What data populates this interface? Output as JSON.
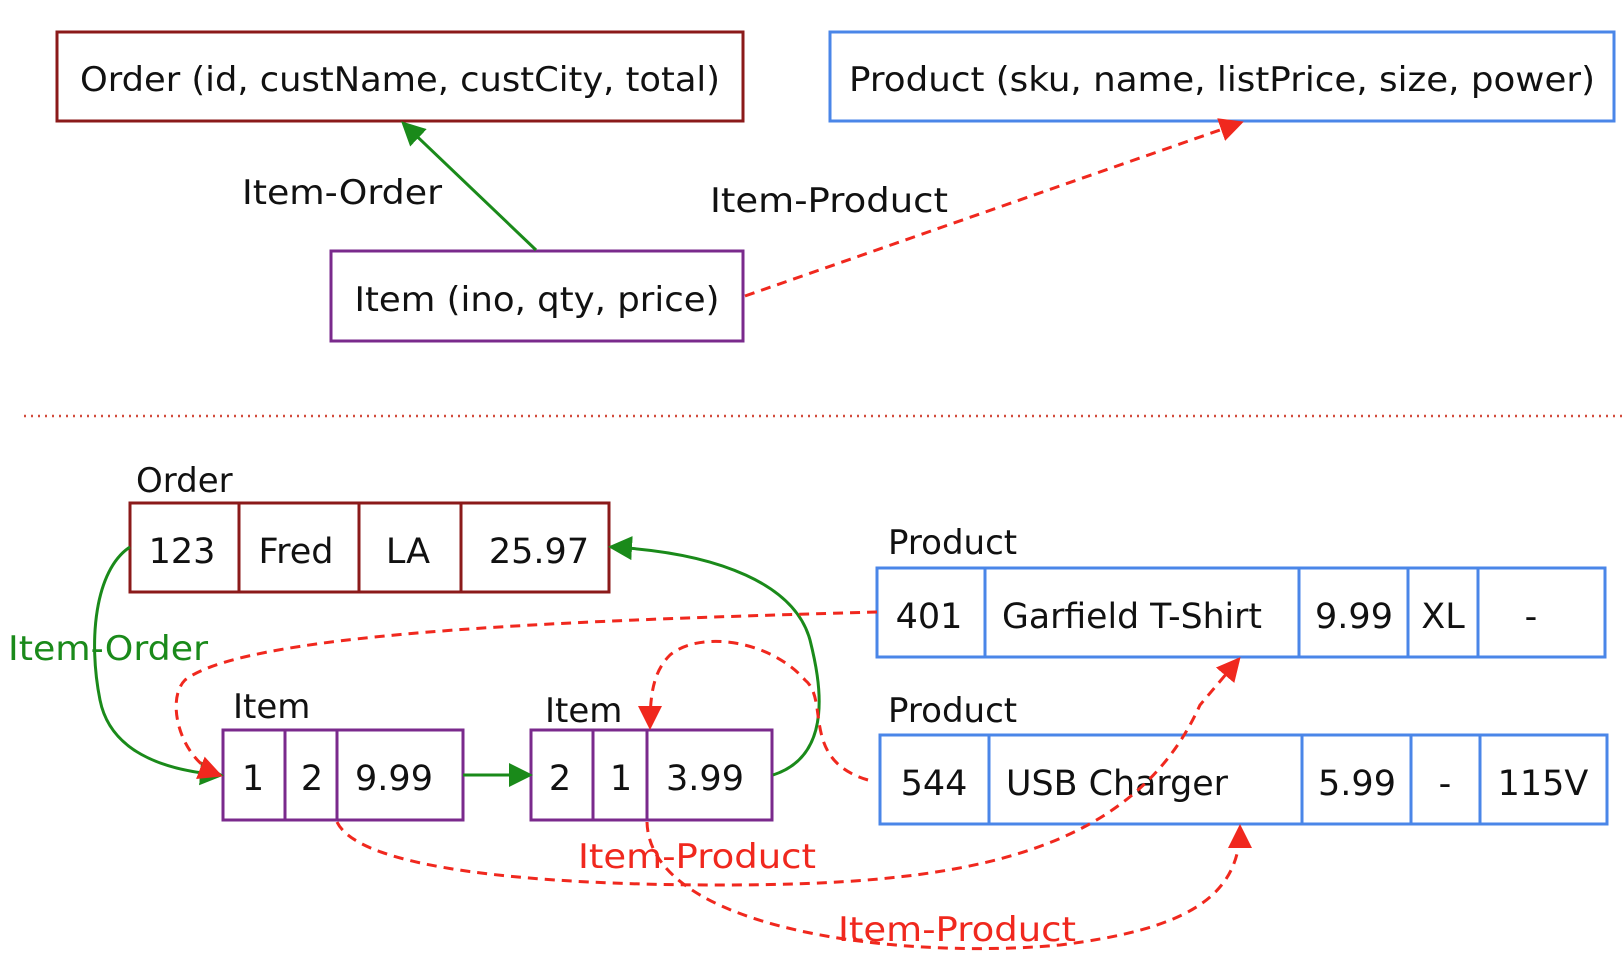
{
  "schema": {
    "order_box": "Order (id, custName, custCity, total)",
    "product_box": "Product (sku, name, listPrice, size, power)",
    "item_box": "Item (ino, qty, price)",
    "item_order_label": "Item-Order",
    "item_product_label": "Item-Product"
  },
  "instances": {
    "order_label": "Order",
    "order_cells": [
      "123",
      "Fred",
      "LA",
      "25.97"
    ],
    "product1_label": "Product",
    "product1_cells": [
      "401",
      "Garfield T-Shirt",
      "9.99",
      "XL",
      "-"
    ],
    "product2_label": "Product",
    "product2_cells": [
      "544",
      "USB Charger",
      "5.99",
      "-",
      "115V"
    ],
    "item1_label": "Item",
    "item1_cells": [
      "1",
      "2",
      "9.99"
    ],
    "item2_label": "Item",
    "item2_cells": [
      "2",
      "1",
      "3.99"
    ],
    "item_order_label": "Item-Order",
    "item_product_label_1": "Item-Product",
    "item_product_label_2": "Item-Product"
  },
  "colors": {
    "order": "#8b1a1a",
    "product": "#4a86e8",
    "item": "#7a2a8c",
    "green": "#1a8a1a",
    "red": "#f0281e"
  }
}
